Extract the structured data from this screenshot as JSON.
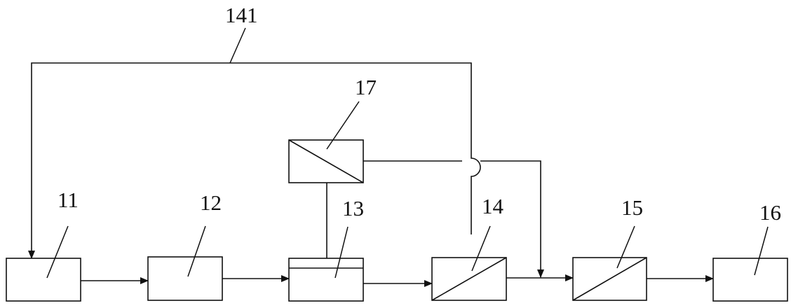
{
  "labels": {
    "l11": "11",
    "l12": "12",
    "l13": "13",
    "l14": "14",
    "l15": "15",
    "l16": "16",
    "l17": "17",
    "l141": "141"
  }
}
